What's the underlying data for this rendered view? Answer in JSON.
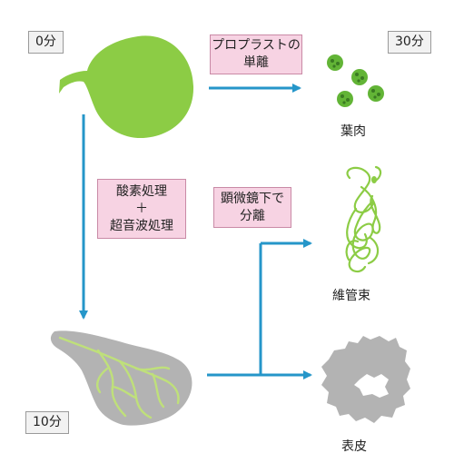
{
  "time_labels": {
    "start": "0分",
    "end_top": "30分",
    "end_bottom": "10分"
  },
  "process_boxes": {
    "protoplast": {
      "line1": "プロプラストの",
      "line2": "単離"
    },
    "treatment": {
      "line1": "酸素処理",
      "line2": "＋",
      "line3": "超音波処理"
    },
    "microscope": {
      "line1": "顕微鏡下で",
      "line2": "分離"
    }
  },
  "outputs": {
    "mesophyll": "葉肉",
    "vascular": "維管束",
    "epidermis": "表皮"
  },
  "colors": {
    "leaf_green": "#8ccc45",
    "arrow_blue": "#2596c9",
    "box_pink": "#f7d3e3",
    "vein_green": "#bfe07a",
    "gray_leaf": "#b3b3b3",
    "cell_green": "#62b436",
    "cell_dark": "#3a7a22"
  }
}
